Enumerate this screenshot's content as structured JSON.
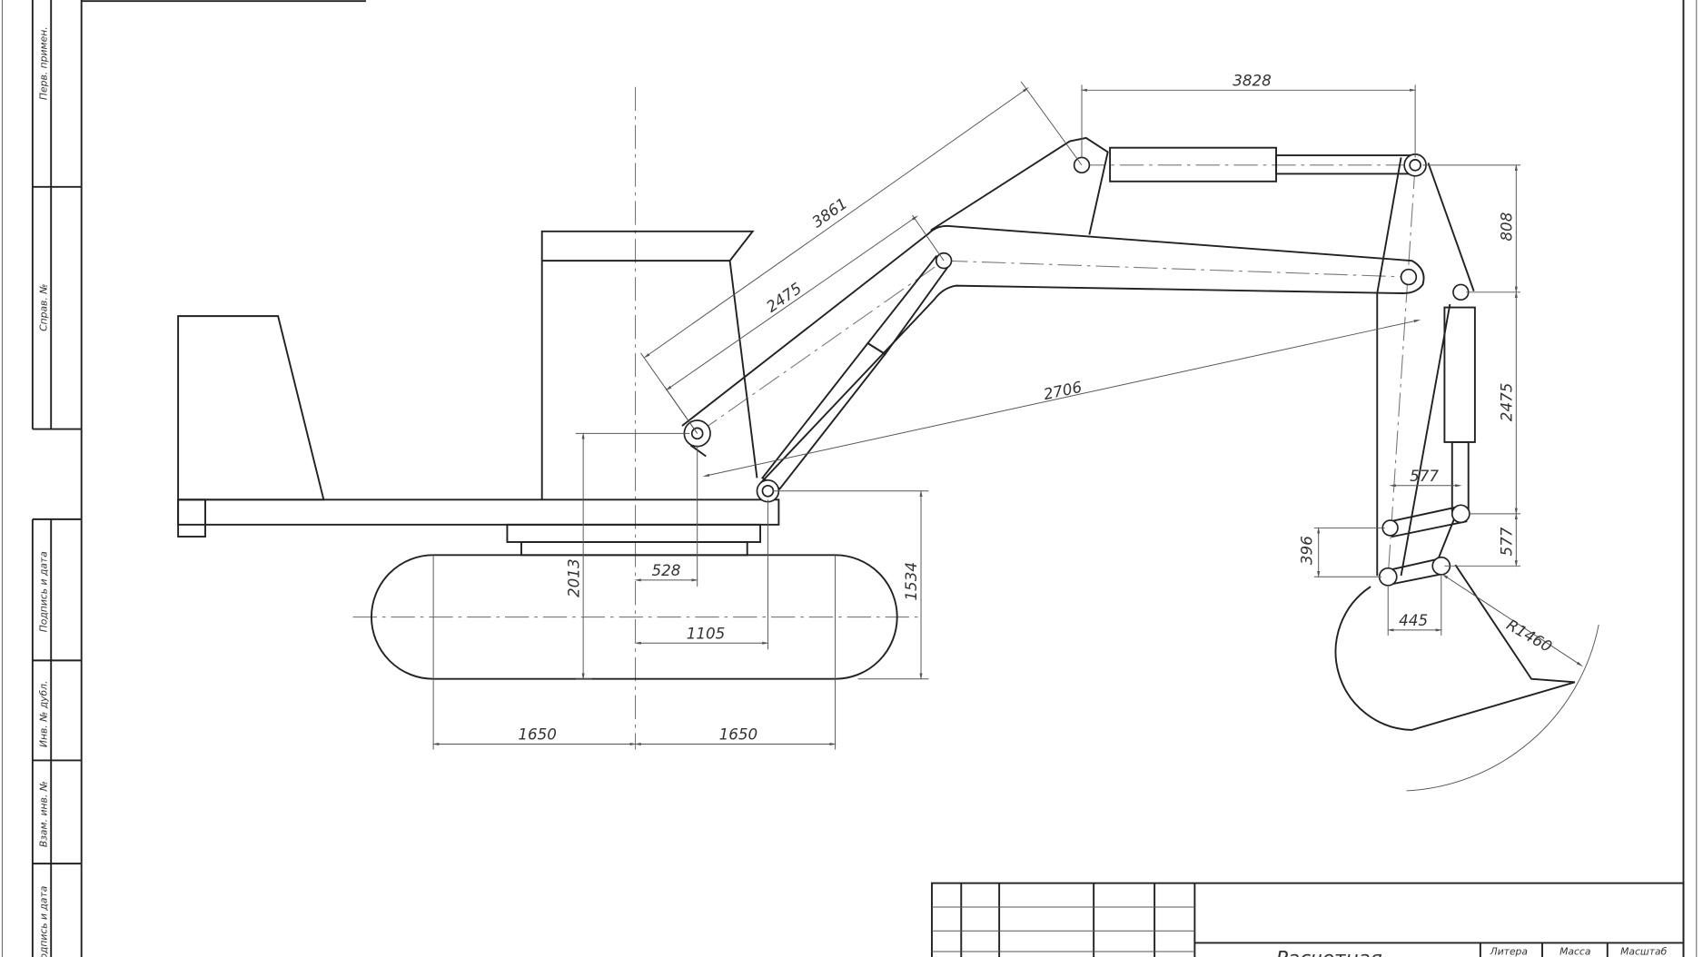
{
  "side_strip": {
    "cells": [
      "Перв. примен.",
      "Справ. №",
      "Подпись и дата",
      "Инв. № дубл.",
      "Взам. инв. №",
      "Подпись и дата"
    ]
  },
  "dimensions": {
    "boom_top": "3828",
    "boom_length": "3861",
    "boom_inner": "2475",
    "boom_reach": "2706",
    "stick_upper": "808",
    "stick_lower": "2475",
    "link_577_h": "577",
    "link_577_v": "577",
    "link_396": "396",
    "link_445": "445",
    "bucket_radius": "R1460",
    "pivot_height": "2013",
    "pivot_offset": "528",
    "cylinder_offset": "1105",
    "track_height": "1534",
    "track_left": "1650",
    "track_right": "1650"
  },
  "title_block": {
    "title": "Расчетная",
    "cells": [
      "Литера",
      "Масса",
      "Масштаб"
    ]
  }
}
